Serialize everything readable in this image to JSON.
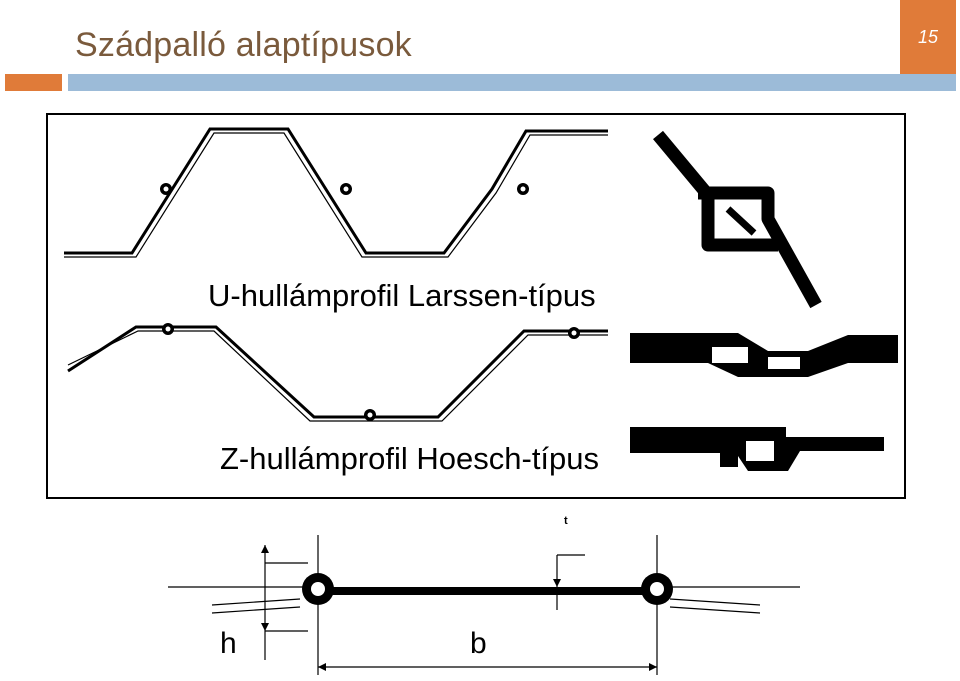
{
  "slide": {
    "title": "Szádpalló alaptípusok",
    "page_number": "15"
  },
  "colors": {
    "title": "#7a5a3c",
    "accent_orange": "#e07b39",
    "accent_blue": "#9cbbd8",
    "ink": "#000000"
  },
  "diagram": {
    "u_profile_caption": "U-hullámprofil Larssen-típus",
    "z_profile_caption": "Z-hullámprofil Hoesch-típus",
    "labels": {
      "h": "h",
      "b": "b",
      "t": "t"
    }
  }
}
